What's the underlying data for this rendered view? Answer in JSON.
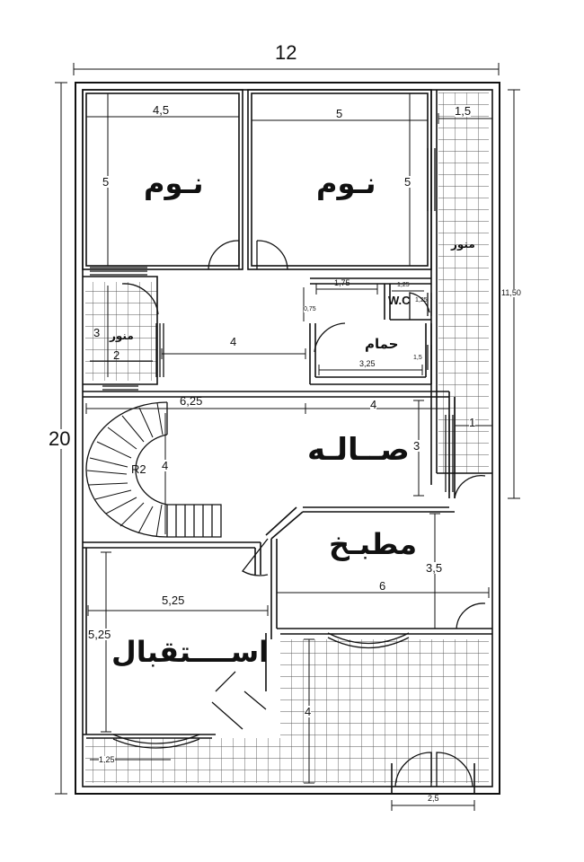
{
  "overall": {
    "width": "12",
    "depth": "20",
    "courtyard_height": "11,50"
  },
  "rooms": {
    "bedroom1": "نـوم",
    "bedroom2": "نـوم",
    "light_well_right": "منور",
    "light_well_left": "منور",
    "wc": "W.C",
    "bathroom": "حمام",
    "hall": "صــالـه",
    "kitchen": "مطبـخ",
    "reception": "اســــتقبال",
    "stair_radius": "R2"
  },
  "dimensions": {
    "bed1_w": "4,5",
    "bed1_h": "5",
    "bed2_w": "5",
    "bed2_h": "5",
    "well_w": "1,5",
    "wc_w": "1,75",
    "wc_w2": "1,25",
    "wc_h": "1,25",
    "wc_gap": "0,75",
    "bath_w": "3,25",
    "bath_h": "1,5",
    "lw_left_h": "3",
    "lw_left_w": "2",
    "corridor_w": "4",
    "hall_w1": "6,25",
    "hall_w2": "4",
    "hall_h": "3",
    "well_gap": "1",
    "stair_h": "4",
    "kitchen_w": "6",
    "kitchen_h": "3,5",
    "reception_w": "5,25",
    "reception_h": "5,25",
    "terrace_h": "4",
    "front_w": "1,25",
    "entry_w": "2,5"
  }
}
